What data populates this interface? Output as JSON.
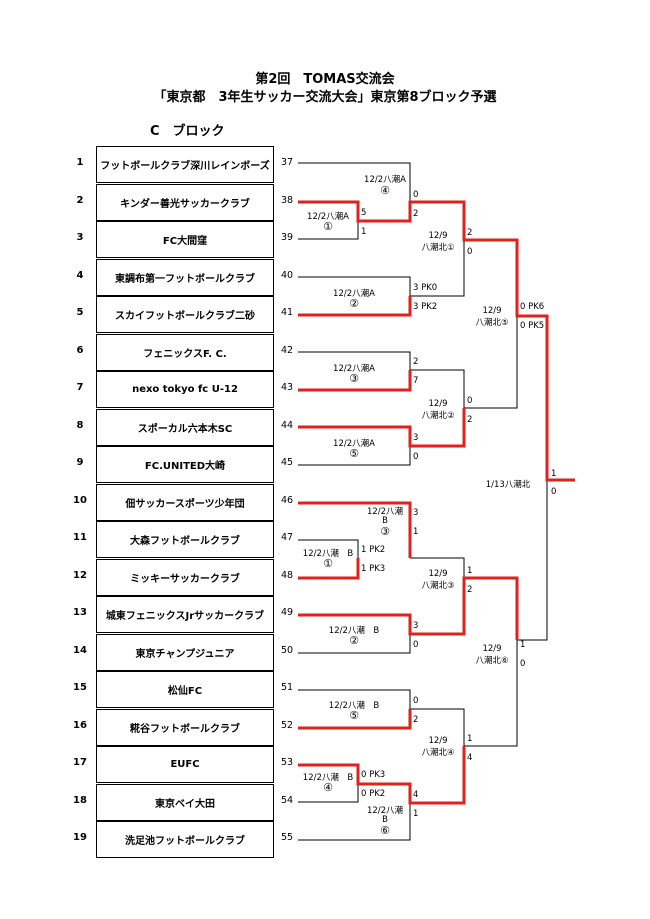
{
  "header": {
    "line1": "第2回　TOMAS交流会",
    "line2": "「東京都　3年生サッカー交流大会」東京第8ブロック予選",
    "block": "C　ブロック"
  },
  "teams": [
    {
      "no": "1",
      "name": "フットボールクラブ深川レインボーズ",
      "seed": "37"
    },
    {
      "no": "2",
      "name": "キンダー善光サッカークラブ",
      "seed": "38"
    },
    {
      "no": "3",
      "name": "FC大間窪",
      "seed": "39"
    },
    {
      "no": "4",
      "name": "東調布第一フットボールクラブ",
      "seed": "40"
    },
    {
      "no": "5",
      "name": "スカイフットボールクラブ二砂",
      "seed": "41"
    },
    {
      "no": "6",
      "name": "フェニックスF. C.",
      "seed": "42"
    },
    {
      "no": "7",
      "name": "nexo tokyo fc U-12",
      "seed": "43"
    },
    {
      "no": "8",
      "name": "スポーカル六本木SC",
      "seed": "44"
    },
    {
      "no": "9",
      "name": "FC.UNITED大崎",
      "seed": "45"
    },
    {
      "no": "10",
      "name": "佃サッカースポーツ少年団",
      "seed": "46"
    },
    {
      "no": "11",
      "name": "大森フットボールクラブ",
      "seed": "47"
    },
    {
      "no": "12",
      "name": "ミッキーサッカークラブ",
      "seed": "48"
    },
    {
      "no": "13",
      "name": "城東フェニックスJrサッカークラブ",
      "seed": "49"
    },
    {
      "no": "14",
      "name": "東京チャンプジュニア",
      "seed": "50"
    },
    {
      "no": "15",
      "name": "松仙FC",
      "seed": "51"
    },
    {
      "no": "16",
      "name": "糀谷フットボールクラブ",
      "seed": "52"
    },
    {
      "no": "17",
      "name": "EUFC",
      "seed": "53"
    },
    {
      "no": "18",
      "name": "東京ベイ大田",
      "seed": "54"
    },
    {
      "no": "19",
      "name": "洗足池フットボールクラブ",
      "seed": "55"
    }
  ],
  "matches": {
    "m1": {
      "date": "12/2八潮A",
      "num": "①",
      "s_top": "5",
      "s_bot": "1"
    },
    "m4": {
      "date": "12/2八潮A",
      "num": "④",
      "s_top": "0",
      "s_bot": "2"
    },
    "m2": {
      "date": "12/2八潮A",
      "num": "②",
      "s_top": "3 PK0",
      "s_bot": "3 PK2"
    },
    "m3": {
      "date": "12/2八潮A",
      "num": "③",
      "s_top": "2",
      "s_bot": "7"
    },
    "m5": {
      "date": "12/2八潮A",
      "num": "⑤",
      "s_top": "3",
      "s_bot": "0"
    },
    "mb1": {
      "date": "12/2八潮　B",
      "num": "①",
      "s_top": "1 PK2",
      "s_bot": "1 PK3"
    },
    "mb3": {
      "date": "12/2八潮",
      "date2": "B",
      "num": "③",
      "s_top": "3",
      "s_bot": "1"
    },
    "mb2": {
      "date": "12/2八潮　B",
      "num": "②",
      "s_top": "3",
      "s_bot": "0"
    },
    "mb5": {
      "date": "12/2八潮　B",
      "num": "⑤",
      "s_top": "0",
      "s_bot": "2"
    },
    "mb4": {
      "date": "12/2八潮　B",
      "num": "④",
      "s_top": "0 PK3",
      "s_bot": "0 PK2"
    },
    "mb6": {
      "date": "12/2八潮",
      "date2": "B",
      "num": "⑥",
      "s_top": "4",
      "s_bot": "1"
    },
    "q1": {
      "date": "12/9",
      "venue": "八潮北①",
      "s_top": "2",
      "s_bot": "0"
    },
    "q2": {
      "date": "12/9",
      "venue": "八潮北②",
      "s_top": "0",
      "s_bot": "2"
    },
    "q3": {
      "date": "12/9",
      "venue": "八潮北③",
      "s_top": "1",
      "s_bot": "2"
    },
    "q4": {
      "date": "12/9",
      "venue": "八潮北④",
      "s_top": "1",
      "s_bot": "4"
    },
    "s5": {
      "date": "12/9",
      "venue": "八潮北⑤",
      "s_top": "0 PK6",
      "s_bot": "0 PK5"
    },
    "s6": {
      "date": "12/9",
      "venue": "八潮北⑥",
      "s_top": "1",
      "s_bot": "0"
    },
    "f": {
      "date": "1/13八潮北",
      "s_top": "1",
      "s_bot": "0"
    }
  },
  "colors": {
    "win": "#e0221e",
    "line": "#000000"
  }
}
